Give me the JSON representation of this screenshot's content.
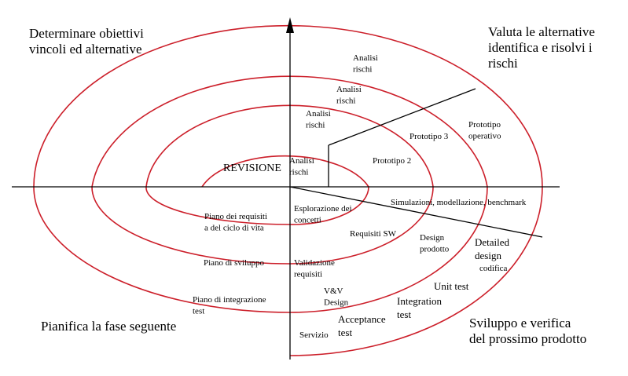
{
  "quadrants": {
    "top_left": "Determinare obiettivi\nvincoli ed alternative",
    "top_right": "Valuta le alternative\nidentifica e risolvi i\nrischi",
    "bottom_left": "Pianifica la fase seguente",
    "bottom_right": "Sviluppo e verifica\ndel prossimo prodotto"
  },
  "center_label": "REVISIONE",
  "risk_analysis": [
    "Analisi\nrischi",
    "Analisi\nrischi",
    "Analisi\nrischi",
    "Analisi\nrischi"
  ],
  "prototypes": [
    "Prototipo 2",
    "Prototipo 3",
    "Prototipo\noperativo"
  ],
  "simulation": "Simulazioni, modellazione, benchmark",
  "plans": [
    "Piano dei  requisiti\na del ciclo di vita",
    "Piano di sviluppo",
    "Piano di integrazione\ntest"
  ],
  "concepts": "Esplorazione dei\nconcetti",
  "requirements_sw": "Requisiti SW",
  "requirements_validation": "Validazione\nrequisiti",
  "vv_design": "V&V\nDesign",
  "service": "Servizio",
  "design_product": "Design\nprodotto",
  "detailed_design": "Detailed\ndesign",
  "coding": "codifica",
  "unit_test": "Unit test",
  "integration_test": "Integration\ntest",
  "acceptance_test": "Acceptance\ntest",
  "colors": {
    "spiral": "#cc1f2a",
    "axes": "#000000"
  }
}
